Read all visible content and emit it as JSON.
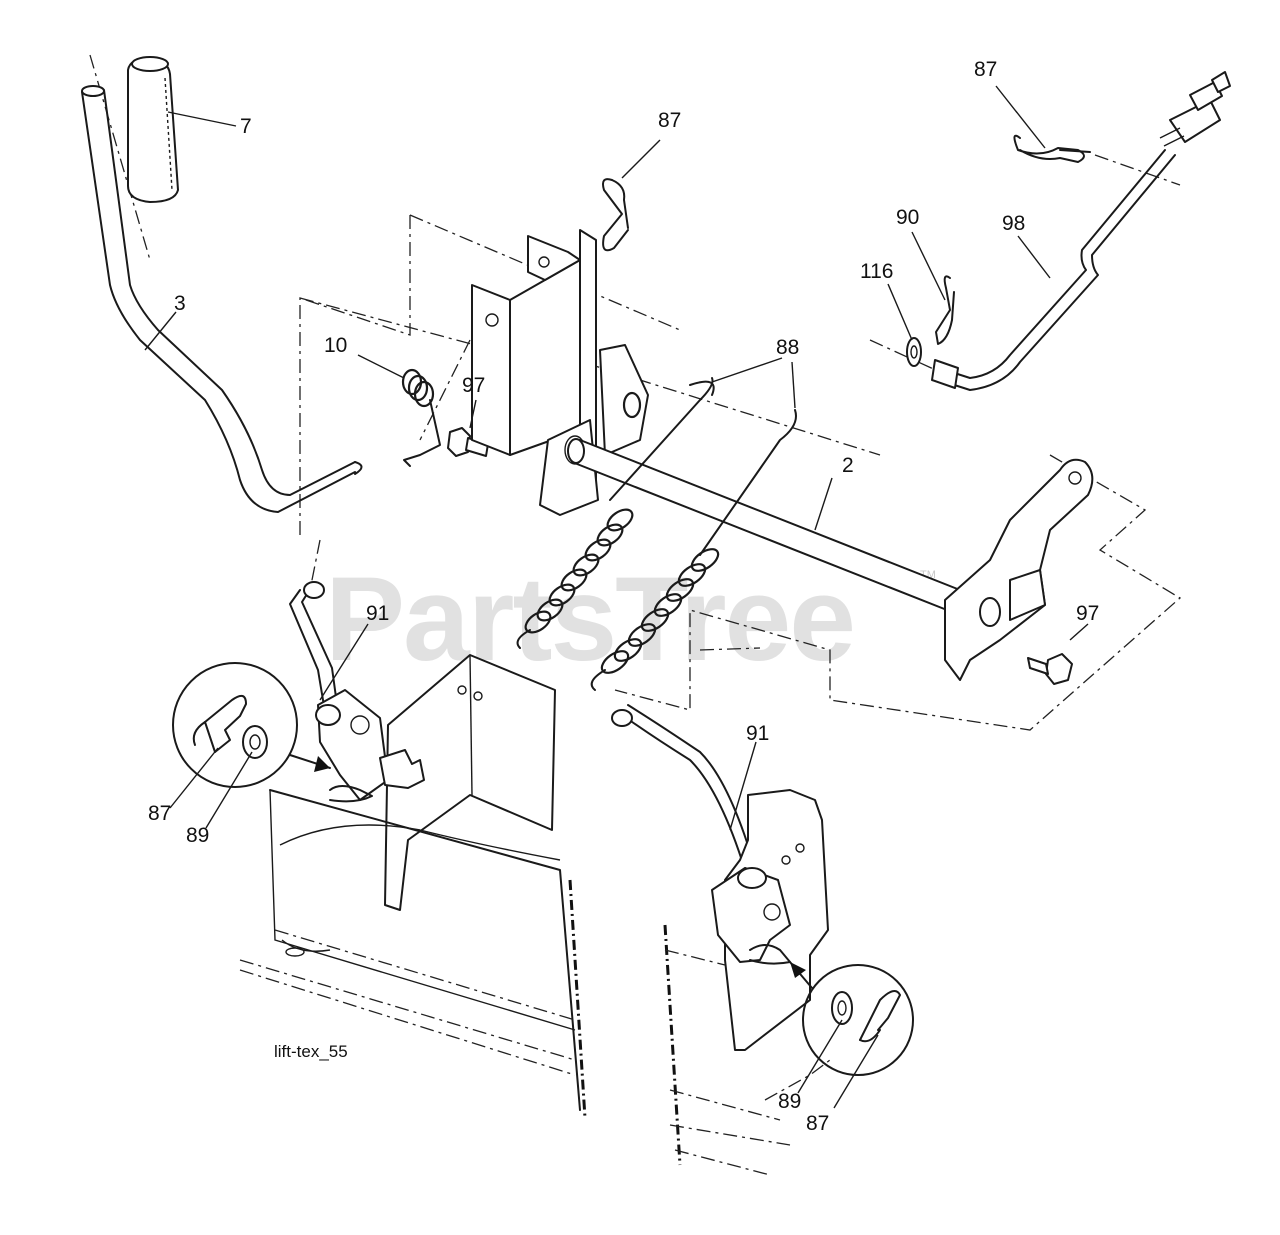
{
  "watermark": {
    "text": "PartsTree",
    "trademark": "TM"
  },
  "caption": "lift-tex_55",
  "callouts": [
    {
      "id": "c-7",
      "text": "7"
    },
    {
      "id": "c-3",
      "text": "3"
    },
    {
      "id": "c-10",
      "text": "10"
    },
    {
      "id": "c-97a",
      "text": "97"
    },
    {
      "id": "c-87a",
      "text": "87"
    },
    {
      "id": "c-88",
      "text": "88"
    },
    {
      "id": "c-2",
      "text": "2"
    },
    {
      "id": "c-87b",
      "text": "87"
    },
    {
      "id": "c-90",
      "text": "90"
    },
    {
      "id": "c-98",
      "text": "98"
    },
    {
      "id": "c-116",
      "text": "116"
    },
    {
      "id": "c-97b",
      "text": "97"
    },
    {
      "id": "c-91a",
      "text": "91"
    },
    {
      "id": "c-91b",
      "text": "91"
    },
    {
      "id": "c-87c",
      "text": "87"
    },
    {
      "id": "c-89a",
      "text": "89"
    },
    {
      "id": "c-89b",
      "text": "89"
    },
    {
      "id": "c-87d",
      "text": "87"
    }
  ]
}
